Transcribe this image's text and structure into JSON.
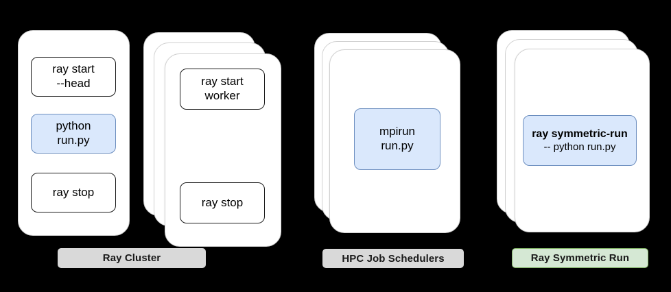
{
  "diagram": {
    "title": "Ray Symmetric Run vs Ray Cluster vs HPC Job Schedulers",
    "background_color": "#000000",
    "colors": {
      "card_fill": "#ffffff",
      "card_stroke": "#d0d0d0",
      "command_plain_fill": "#ffffff",
      "command_plain_stroke": "#1a1a1a",
      "command_highlight_fill": "#dae8fc",
      "command_highlight_stroke": "#6c8ebf",
      "label_gray_fill": "#d9d9d9",
      "label_green_fill": "#d5e8d4",
      "label_green_stroke": "#82b366",
      "text_color": "#000000"
    }
  },
  "groups": [
    {
      "id": "ray-cluster",
      "label": "Ray Cluster",
      "label_style": "gray",
      "nodes": [
        {
          "id": "head-node",
          "stack_count": 1,
          "commands": [
            {
              "id": "ray-start-head",
              "style": "plain",
              "lines": [
                "ray start",
                "--head"
              ]
            },
            {
              "id": "python-run-py",
              "style": "blue",
              "lines": [
                "python",
                "run.py"
              ]
            },
            {
              "id": "ray-stop-head",
              "style": "plain",
              "lines": [
                "ray stop"
              ]
            }
          ]
        },
        {
          "id": "worker-nodes",
          "stack_count": 3,
          "commands": [
            {
              "id": "ray-start-worker",
              "style": "plain",
              "lines": [
                "ray start",
                "worker"
              ]
            },
            {
              "id": "ray-stop-worker",
              "style": "plain",
              "lines": [
                "ray stop"
              ]
            }
          ]
        }
      ]
    },
    {
      "id": "hpc-job-schedulers",
      "label": "HPC Job Schedulers",
      "label_style": "gray",
      "nodes": [
        {
          "id": "hpc-nodes",
          "stack_count": 3,
          "commands": [
            {
              "id": "mpirun-run-py",
              "style": "blue",
              "lines": [
                "mpirun",
                "run.py"
              ]
            }
          ]
        }
      ]
    },
    {
      "id": "ray-symmetric-run",
      "label": "Ray Symmetric Run",
      "label_style": "green",
      "nodes": [
        {
          "id": "symmetric-nodes",
          "stack_count": 3,
          "commands": [
            {
              "id": "ray-symmetric-run-cmd",
              "style": "blue",
              "bold_first": true,
              "lines": [
                "ray symmetric-run",
                "-- python run.py"
              ]
            }
          ]
        }
      ]
    }
  ],
  "text": {
    "ray_start_head_l1": "ray start",
    "ray_start_head_l2": "--head",
    "python_run_l1": "python",
    "python_run_l2": "run.py",
    "ray_stop_head": "ray stop",
    "ray_start_worker_l1": "ray start",
    "ray_start_worker_l2": "worker",
    "ray_stop_worker": "ray stop",
    "mpirun_l1": "mpirun",
    "mpirun_l2": "run.py",
    "symmetric_l1": "ray symmetric-run",
    "symmetric_l2": "-- python run.py",
    "label_ray_cluster": "Ray Cluster",
    "label_hpc": "HPC Job Schedulers",
    "label_symmetric": "Ray Symmetric Run"
  }
}
